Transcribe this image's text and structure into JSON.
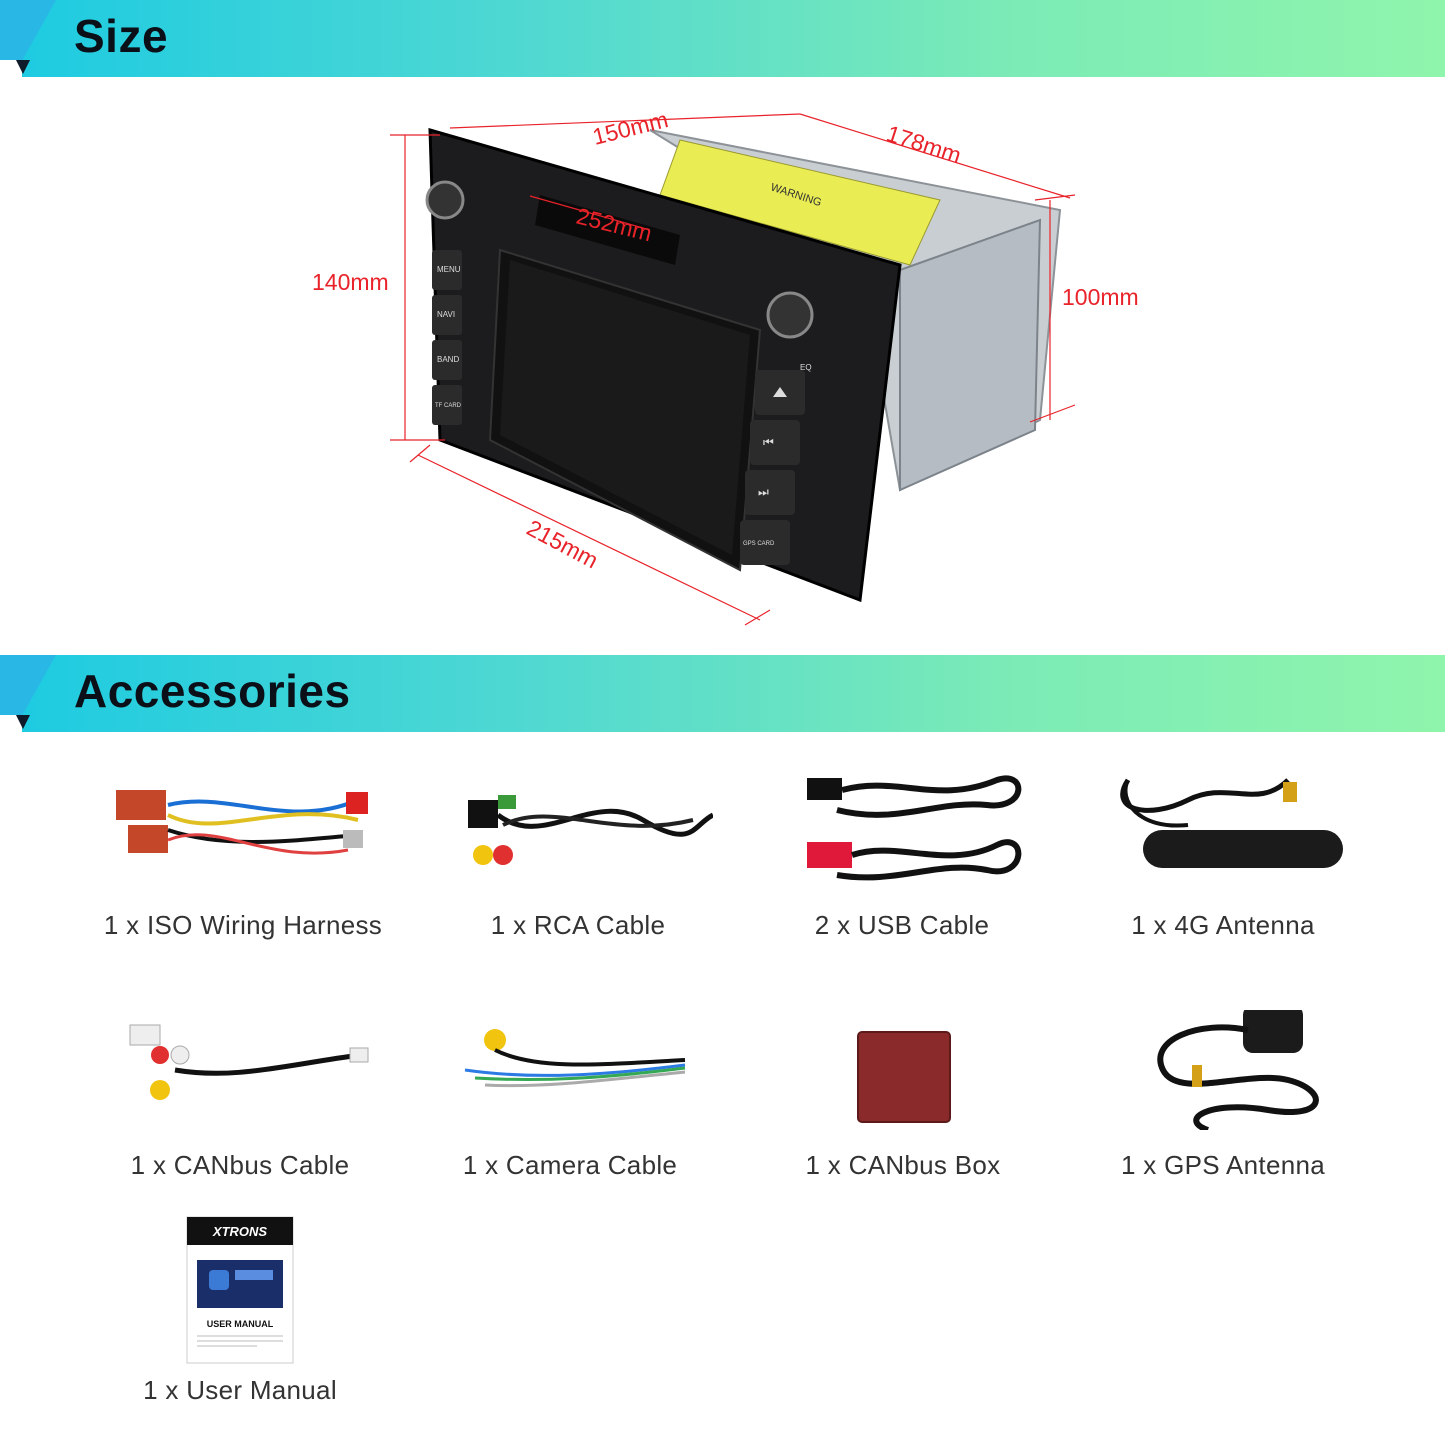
{
  "sections": {
    "size_title": "Size",
    "accessories_title": "Accessories"
  },
  "dimensions": {
    "depth_top": "150mm",
    "width_back": "178mm",
    "diagonal": "252mm",
    "height_front": "140mm",
    "height_back": "100mm",
    "width_bottom": "215mm"
  },
  "unit_labels": {
    "menu": "MENU",
    "navi": "NAVI",
    "band": "BAND",
    "tf_card": "TF CARD",
    "gps_card": "GPS CARD",
    "eq": "EQ",
    "warning": "WARNING"
  },
  "accessories": [
    {
      "label": "1 x ISO Wiring Harness",
      "icon": "wiring-harness"
    },
    {
      "label": "1 x RCA Cable",
      "icon": "rca-cable"
    },
    {
      "label": "2 x USB Cable",
      "icon": "usb-cable"
    },
    {
      "label": "1 x 4G Antenna",
      "icon": "4g-antenna"
    },
    {
      "label": "1 x CANbus Cable",
      "icon": "canbus-cable"
    },
    {
      "label": "1 x Camera Cable",
      "icon": "camera-cable"
    },
    {
      "label": "1 x CANbus Box",
      "icon": "canbus-box"
    },
    {
      "label": "1 x GPS Antenna",
      "icon": "gps-antenna"
    },
    {
      "label": "1 x User Manual",
      "icon": "user-manual"
    }
  ],
  "manual": {
    "brand": "XTRONS",
    "title": "USER MANUAL"
  },
  "colors": {
    "dimension_lines": "#e8232a",
    "banner_gradient_start": "#1ecbe1",
    "banner_gradient_end": "#8ff5ac"
  }
}
